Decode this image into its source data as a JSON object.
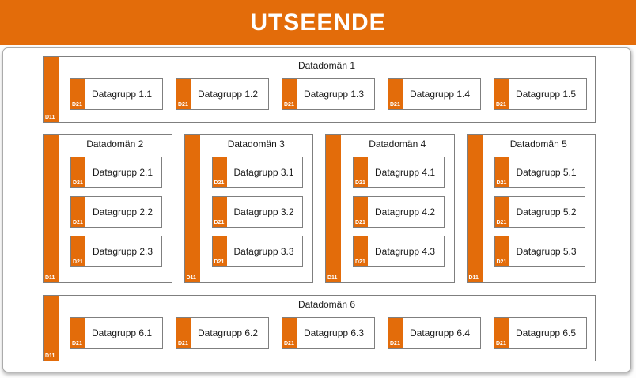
{
  "header": {
    "title": "UTSEENDE"
  },
  "colors": {
    "accent_orange": "#E36C0A",
    "header_text": "#FFFFFF",
    "box_border": "#7F7F7F",
    "card_border": "#ABABAB",
    "label_text": "#1A1A1A"
  },
  "rows": [
    {
      "domains": [
        {
          "title": "Datadomän 1",
          "bar_label": "D11",
          "orientation": "horizontal",
          "groups": [
            {
              "bar_label": "D21",
              "label": "Datagrupp 1.1"
            },
            {
              "bar_label": "D21",
              "label": "Datagrupp 1.2"
            },
            {
              "bar_label": "D21",
              "label": "Datagrupp 1.3"
            },
            {
              "bar_label": "D21",
              "label": "Datagrupp 1.4"
            },
            {
              "bar_label": "D21",
              "label": "Datagrupp 1.5"
            }
          ]
        }
      ]
    },
    {
      "domains": [
        {
          "title": "Datadomän 2",
          "bar_label": "D11",
          "orientation": "vertical",
          "groups": [
            {
              "bar_label": "D21",
              "label": "Datagrupp 2.1"
            },
            {
              "bar_label": "D21",
              "label": "Datagrupp 2.2"
            },
            {
              "bar_label": "D21",
              "label": "Datagrupp 2.3"
            }
          ]
        },
        {
          "title": "Datadomän 3",
          "bar_label": "D11",
          "orientation": "vertical",
          "groups": [
            {
              "bar_label": "D21",
              "label": "Datagrupp 3.1"
            },
            {
              "bar_label": "D21",
              "label": "Datagrupp 3.2"
            },
            {
              "bar_label": "D21",
              "label": "Datagrupp 3.3"
            }
          ]
        },
        {
          "title": "Datadomän 4",
          "bar_label": "D11",
          "orientation": "vertical",
          "groups": [
            {
              "bar_label": "D21",
              "label": "Datagrupp 4.1"
            },
            {
              "bar_label": "D21",
              "label": "Datagrupp 4.2"
            },
            {
              "bar_label": "D21",
              "label": "Datagrupp 4.3"
            }
          ]
        },
        {
          "title": "Datadomän 5",
          "bar_label": "D11",
          "orientation": "vertical",
          "groups": [
            {
              "bar_label": "D21",
              "label": "Datagrupp 5.1"
            },
            {
              "bar_label": "D21",
              "label": "Datagrupp 5.2"
            },
            {
              "bar_label": "D21",
              "label": "Datagrupp 5.3"
            }
          ]
        }
      ]
    },
    {
      "domains": [
        {
          "title": "Datadomän 6",
          "bar_label": "D11",
          "orientation": "horizontal",
          "groups": [
            {
              "bar_label": "D21",
              "label": "Datagrupp 6.1"
            },
            {
              "bar_label": "D21",
              "label": "Datagrupp 6.2"
            },
            {
              "bar_label": "D21",
              "label": "Datagrupp 6.3"
            },
            {
              "bar_label": "D21",
              "label": "Datagrupp 6.4"
            },
            {
              "bar_label": "D21",
              "label": "Datagrupp 6.5"
            }
          ]
        }
      ]
    }
  ]
}
